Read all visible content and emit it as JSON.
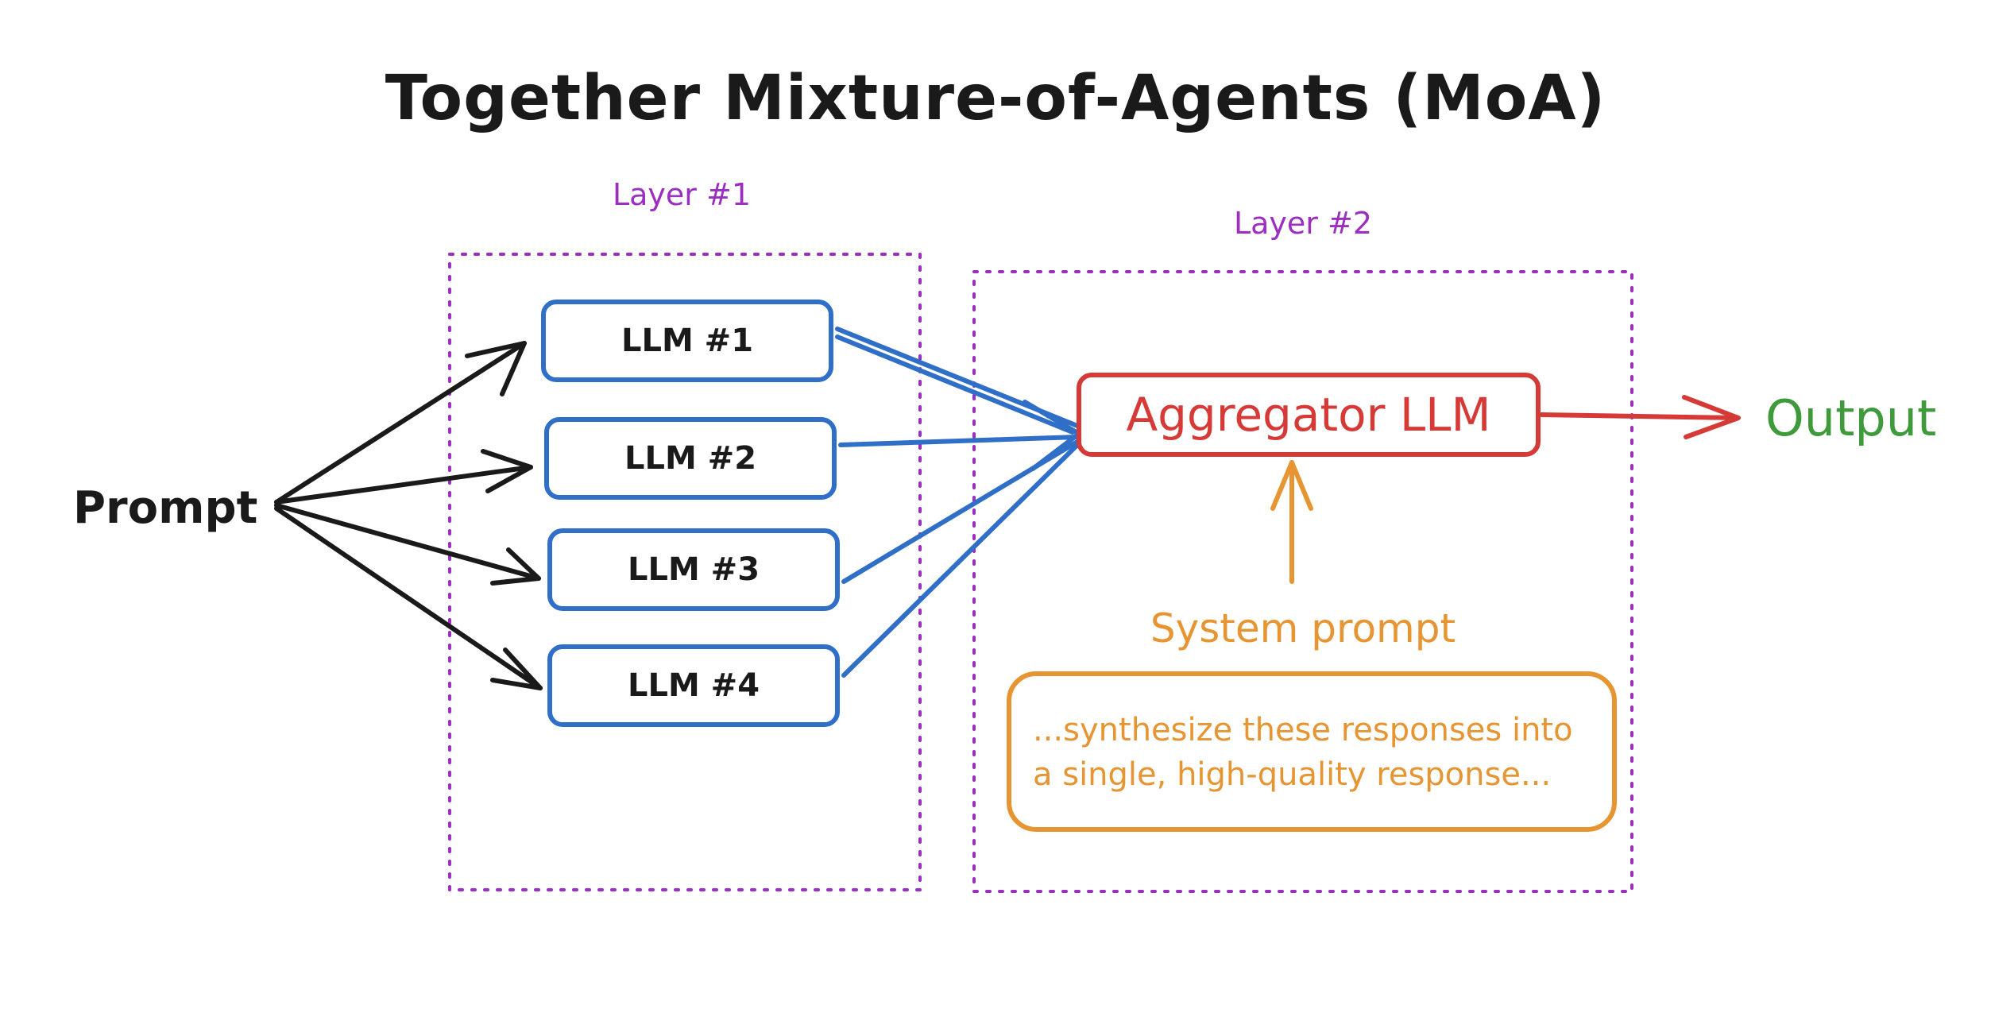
{
  "title": "Together Mixture-of-Agents (MoA)",
  "layers": [
    {
      "label": "Layer #1"
    },
    {
      "label": "Layer #2"
    }
  ],
  "input": {
    "label": "Prompt"
  },
  "proposers": [
    {
      "label": "LLM #1"
    },
    {
      "label": "LLM #2"
    },
    {
      "label": "LLM #3"
    },
    {
      "label": "LLM #4"
    }
  ],
  "aggregator": {
    "label": "Aggregator LLM"
  },
  "output": {
    "label": "Output"
  },
  "system_prompt": {
    "title": "System prompt",
    "lines": [
      "...synthesize these responses into",
      "a single, high-quality response..."
    ]
  },
  "colors": {
    "ink": "#1a1a1a",
    "layer": "#9b2fbf",
    "llm": "#2f6fc8",
    "aggregator": "#d63a36",
    "output": "#3e9a3a",
    "system": "#e69532"
  }
}
